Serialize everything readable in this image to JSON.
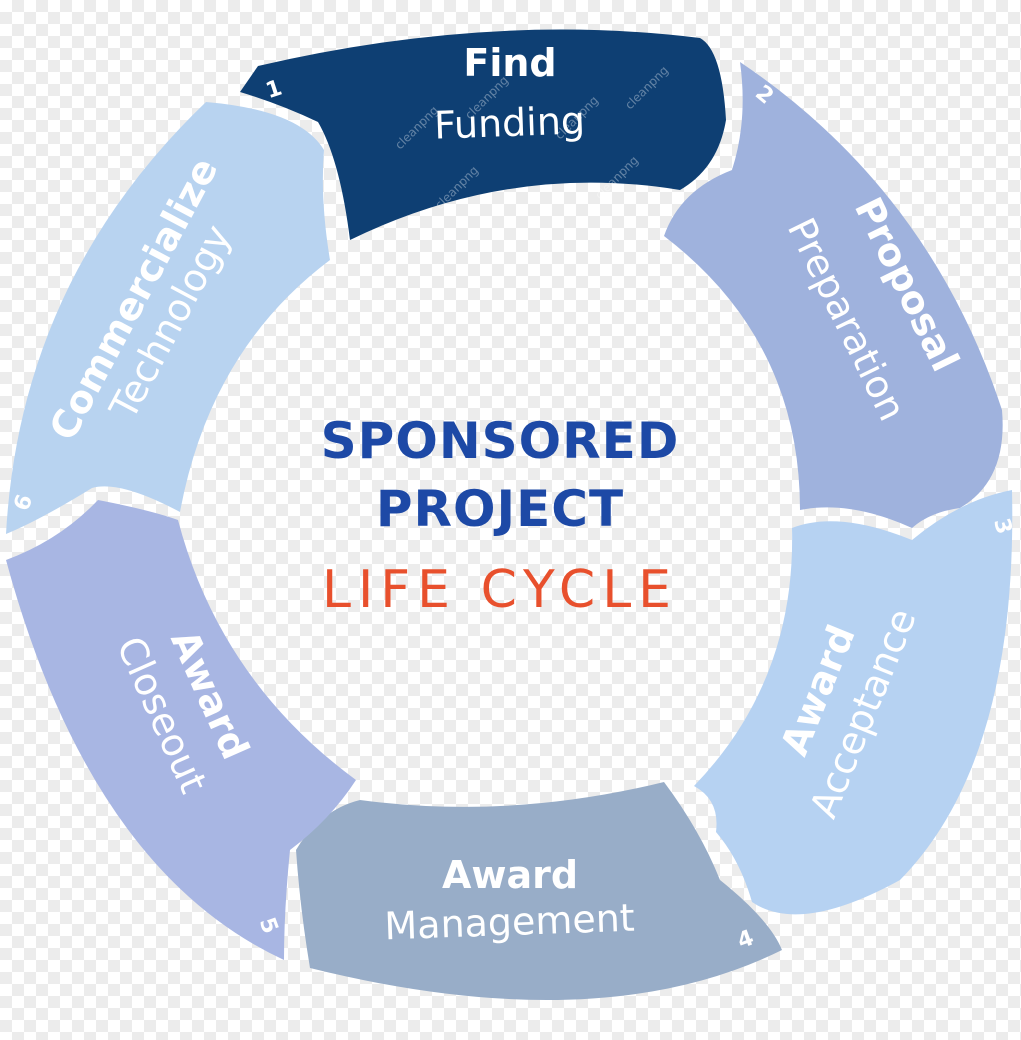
{
  "diagram": {
    "center": {
      "line1": "SPONSORED",
      "line2": "PROJECT",
      "line3": "LIFE CYCLE"
    },
    "stages": [
      {
        "number": "1",
        "title": "Find",
        "subtitle": "Funding",
        "color": "#0e3f73"
      },
      {
        "number": "2",
        "title": "Proposal",
        "subtitle": "Preparation",
        "color": "#9fb2dd"
      },
      {
        "number": "3",
        "title": "Award",
        "subtitle": "Acceptance",
        "color": "#b6d2f2"
      },
      {
        "number": "4",
        "title": "Award",
        "subtitle": "Management",
        "color": "#98adc8"
      },
      {
        "number": "5",
        "title": "Award",
        "subtitle": "Closeout",
        "color": "#a8b6e3"
      },
      {
        "number": "6",
        "title": "Commercialize",
        "subtitle": "Technology",
        "color": "#b8d3f0"
      }
    ],
    "watermark": "cleanpng"
  }
}
